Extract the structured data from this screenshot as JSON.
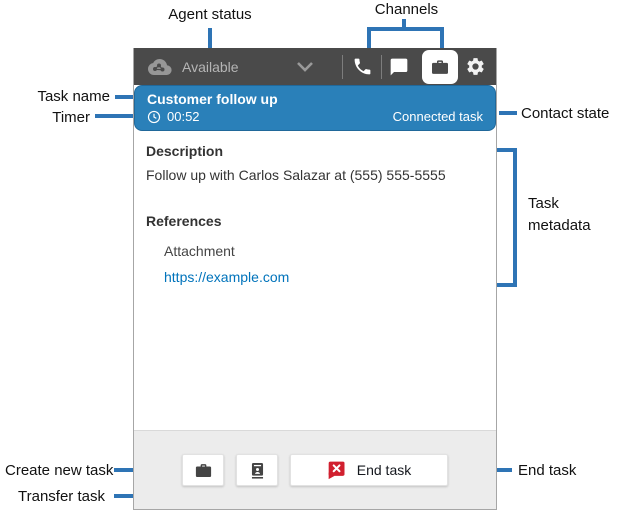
{
  "annotations": {
    "agent_status": "Agent status",
    "channels": "Channels",
    "task_name": "Task name",
    "timer": "Timer",
    "contact_state": "Contact state",
    "task_metadata": "Task metadata",
    "create_new_task": "Create new task",
    "transfer_task": "Transfer task",
    "end_task": "End task"
  },
  "ccp": {
    "agent_status": "Available",
    "task": {
      "name": "Customer follow up",
      "timer": "00:52",
      "state": "Connected task"
    },
    "body": {
      "description_label": "Description",
      "description": "Follow up with Carlos Salazar at (555) 555-5555",
      "references_label": "References",
      "attachment_label": "Attachment",
      "link": "https://example.com"
    },
    "footer": {
      "end_task_label": "End task"
    }
  },
  "colors": {
    "annotation_blue": "#2e74b5",
    "header_bg": "#4a4a4a",
    "task_card_blue": "#2a80b9",
    "end_task_red": "#d1202f",
    "link_blue": "#0073bb",
    "footer_bg": "#ececec"
  }
}
